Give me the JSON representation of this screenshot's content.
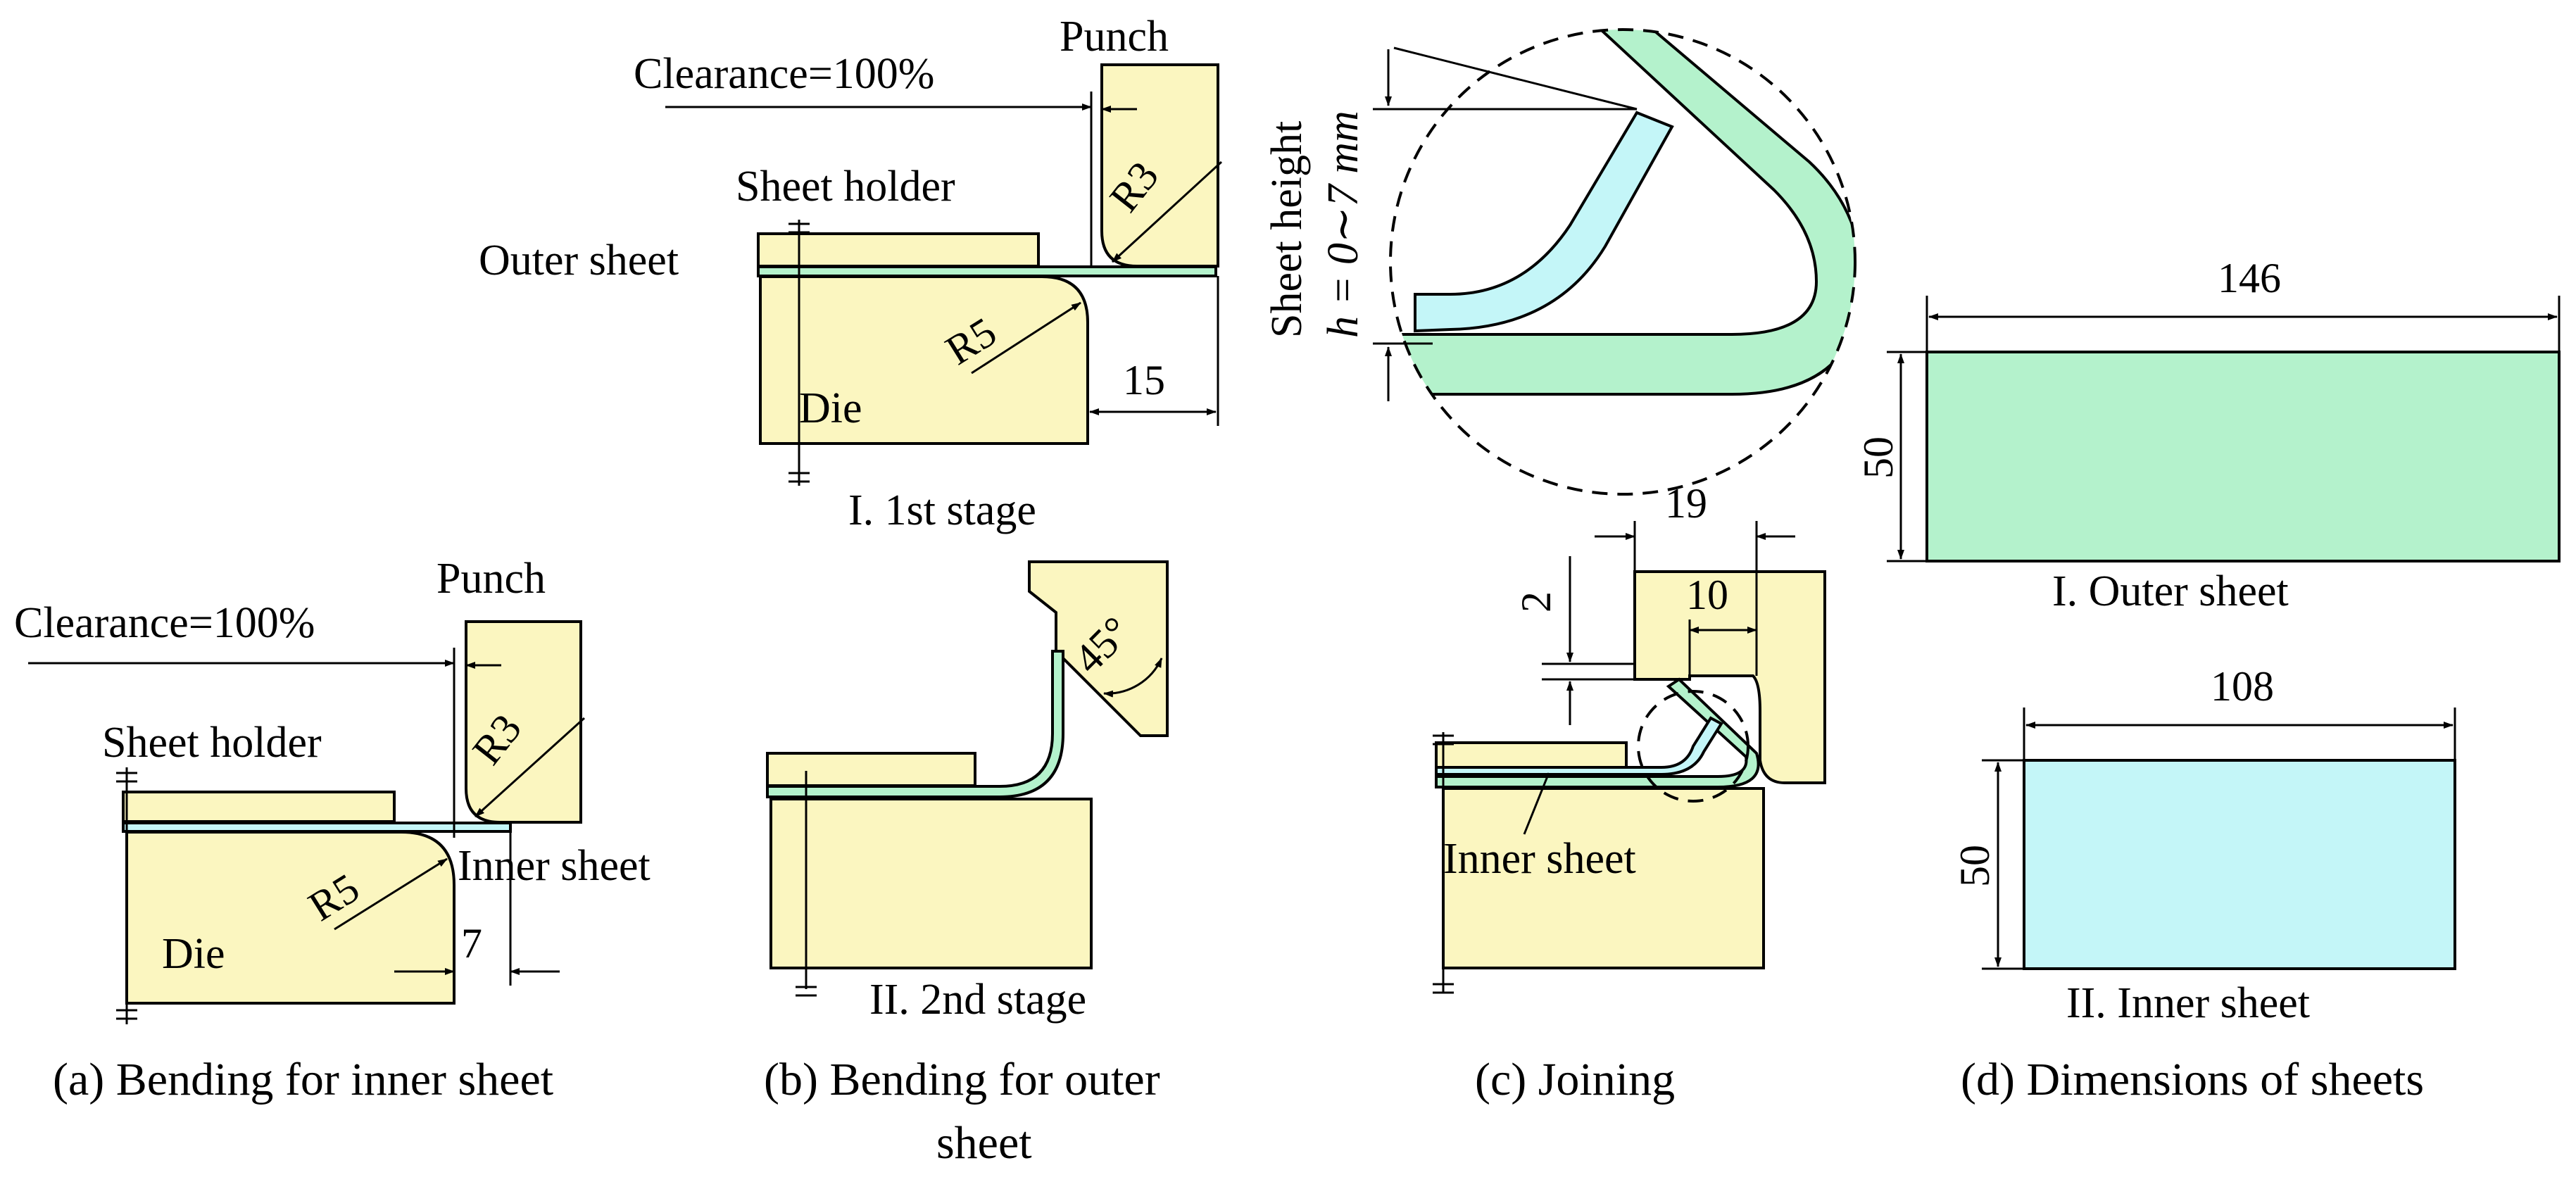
{
  "panel_a": {
    "caption": "(a) Bending for inner sheet",
    "clearance": "Clearance=100%",
    "punch": "Punch",
    "sheet_holder": "Sheet holder",
    "r3": "R3",
    "r5": "R5",
    "inner_sheet": "Inner sheet",
    "die": "Die",
    "dim_7": "7"
  },
  "panel_b": {
    "caption_line1": "(b) Bending for outer",
    "caption_line2": "sheet",
    "stage1": {
      "title": "I. 1st stage",
      "punch": "Punch",
      "clearance": "Clearance=100%",
      "sheet_holder": "Sheet holder",
      "outer_sheet": "Outer sheet",
      "r3": "R3",
      "r5": "R5",
      "die": "Die",
      "dim_15": "15"
    },
    "stage2": {
      "title": "II. 2nd stage",
      "angle": "45°"
    }
  },
  "panel_c": {
    "caption": "(c) Joining",
    "sheet_height_label": "Sheet height",
    "sheet_height_value": "h = 0∼7 mm",
    "dim_19": "19",
    "dim_10": "10",
    "dim_2": "2",
    "inner_sheet": "Inner sheet"
  },
  "panel_d": {
    "caption": "(d) Dimensions of sheets",
    "outer": {
      "title": "I. Outer sheet",
      "width": "146",
      "height": "50"
    },
    "inner": {
      "title": "II. Inner sheet",
      "width": "108",
      "height": "50"
    }
  },
  "colors": {
    "tooling": "#fbf6c0",
    "outer_sheet": "#b4f2cc",
    "inner_sheet": "#c4f6f8"
  }
}
